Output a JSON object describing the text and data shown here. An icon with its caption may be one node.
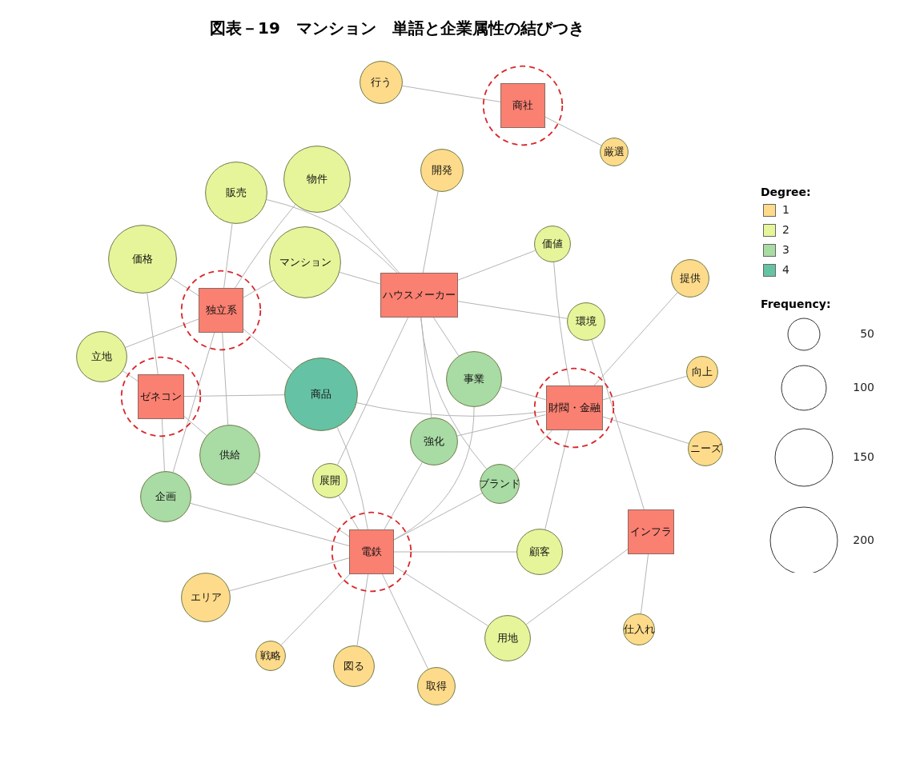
{
  "diagram": {
    "title": "図表－19　マンション　単語と企業属性の結びつき",
    "nodes": [
      {
        "text": [
          "商社"
        ]
      },
      {
        "text": [
          "ハウスメーカー"
        ]
      },
      {
        "text": [
          "独立系"
        ]
      },
      {
        "text": [
          "ゼネコン"
        ]
      },
      {
        "text": [
          "財閥・金融"
        ]
      },
      {
        "text": [
          "電鉄"
        ]
      },
      {
        "text": [
          "インフラ"
        ]
      },
      {
        "text": [
          "行う"
        ]
      },
      {
        "text": [
          "厳選"
        ]
      },
      {
        "text": [
          "開発"
        ]
      },
      {
        "text": [
          "販売"
        ]
      },
      {
        "text": [
          "物件"
        ]
      },
      {
        "text": [
          "価格"
        ]
      },
      {
        "text": [
          "マンション"
        ]
      },
      {
        "text": [
          "価値"
        ]
      },
      {
        "text": [
          "提供"
        ]
      },
      {
        "text": [
          "環境"
        ]
      },
      {
        "text": [
          "立地"
        ]
      },
      {
        "text": [
          "商品"
        ]
      },
      {
        "text": [
          "事業"
        ]
      },
      {
        "text": [
          "向上"
        ]
      },
      {
        "text": [
          "強化"
        ]
      },
      {
        "text": [
          "ニーズ"
        ]
      },
      {
        "text": [
          "供給"
        ]
      },
      {
        "text": [
          "展開"
        ]
      },
      {
        "text": [
          "ブランド"
        ]
      },
      {
        "text": [
          "企画"
        ]
      },
      {
        "text": [
          "顧客"
        ]
      },
      {
        "text": [
          "エリア"
        ]
      },
      {
        "text": [
          "用地"
        ]
      },
      {
        "text": [
          "仕入れ"
        ]
      },
      {
        "text": [
          "戦略"
        ]
      },
      {
        "text": [
          "図る"
        ]
      },
      {
        "text": [
          "取得"
        ]
      }
    ],
    "edges": [
      {
        "from": 0,
        "to": 7,
        "arrow": "none"
      },
      {
        "from": 0,
        "to": 8,
        "arrow": "none"
      },
      {
        "from": 1,
        "to": 9,
        "arrow": "none"
      },
      {
        "from": 1,
        "to": 11,
        "arrow": "none"
      },
      {
        "from": 1,
        "to": 10,
        "arrow": "none"
      },
      {
        "from": 1,
        "to": 13,
        "arrow": "none"
      },
      {
        "from": 1,
        "to": 14,
        "arrow": "none"
      },
      {
        "from": 1,
        "to": 16,
        "arrow": "none"
      },
      {
        "from": 1,
        "to": 24,
        "arrow": "none"
      },
      {
        "from": 1,
        "to": 21,
        "arrow": "none"
      },
      {
        "from": 1,
        "to": 19,
        "arrow": "none"
      },
      {
        "from": 1,
        "to": 25,
        "arrow": "none"
      },
      {
        "from": 2,
        "to": 12,
        "arrow": "none"
      },
      {
        "from": 2,
        "to": 10,
        "arrow": "none"
      },
      {
        "from": 2,
        "to": 11,
        "arrow": "none"
      },
      {
        "from": 2,
        "to": 13,
        "arrow": "none"
      },
      {
        "from": 2,
        "to": 17,
        "arrow": "none"
      },
      {
        "from": 2,
        "to": 18,
        "arrow": "none"
      },
      {
        "from": 2,
        "to": 23,
        "arrow": "none"
      },
      {
        "from": 2,
        "to": 26,
        "arrow": "none"
      },
      {
        "from": 3,
        "to": 12,
        "arrow": "none"
      },
      {
        "from": 3,
        "to": 17,
        "arrow": "none"
      },
      {
        "from": 3,
        "to": 18,
        "arrow": "none"
      },
      {
        "from": 3,
        "to": 23,
        "arrow": "none"
      },
      {
        "from": 3,
        "to": 26,
        "arrow": "none"
      },
      {
        "from": 4,
        "to": 18,
        "arrow": "none"
      },
      {
        "from": 4,
        "to": 14,
        "arrow": "none"
      },
      {
        "from": 4,
        "to": 15,
        "arrow": "none"
      },
      {
        "from": 4,
        "to": 20,
        "arrow": "none"
      },
      {
        "from": 4,
        "to": 22,
        "arrow": "none"
      },
      {
        "from": 4,
        "to": 19,
        "arrow": "none"
      },
      {
        "from": 4,
        "to": 21,
        "arrow": "none"
      },
      {
        "from": 4,
        "to": 25,
        "arrow": "none"
      },
      {
        "from": 4,
        "to": 27,
        "arrow": "none"
      },
      {
        "from": 5,
        "to": 18,
        "arrow": "none"
      },
      {
        "from": 5,
        "to": 23,
        "arrow": "none"
      },
      {
        "from": 5,
        "to": 26,
        "arrow": "none"
      },
      {
        "from": 5,
        "to": 24,
        "arrow": "none"
      },
      {
        "from": 5,
        "to": 21,
        "arrow": "none"
      },
      {
        "from": 5,
        "to": 19,
        "arrow": "none"
      },
      {
        "from": 5,
        "to": 25,
        "arrow": "none"
      },
      {
        "from": 5,
        "to": 27,
        "arrow": "none"
      },
      {
        "from": 5,
        "to": 28,
        "arrow": "none"
      },
      {
        "from": 5,
        "to": 31,
        "arrow": "none"
      },
      {
        "from": 5,
        "to": 32,
        "arrow": "none"
      },
      {
        "from": 5,
        "to": 33,
        "arrow": "none"
      },
      {
        "from": 5,
        "to": 29,
        "arrow": "none"
      },
      {
        "from": 6,
        "to": 16,
        "arrow": "none"
      },
      {
        "from": 6,
        "to": 29,
        "arrow": "none"
      },
      {
        "from": 6,
        "to": 30,
        "arrow": "none"
      }
    ],
    "labels": [
      "Degree:",
      "Frequency:"
    ],
    "legend": [
      {
        "text": "1",
        "color": "#fedb8a"
      },
      {
        "text": "2",
        "color": "#e6f59a"
      },
      {
        "text": "3",
        "color": "#a9dba4"
      },
      {
        "text": "4",
        "color": "#66c2a5"
      },
      {
        "text": "50"
      },
      {
        "text": "100"
      },
      {
        "text": "150"
      },
      {
        "text": "200"
      }
    ]
  }
}
